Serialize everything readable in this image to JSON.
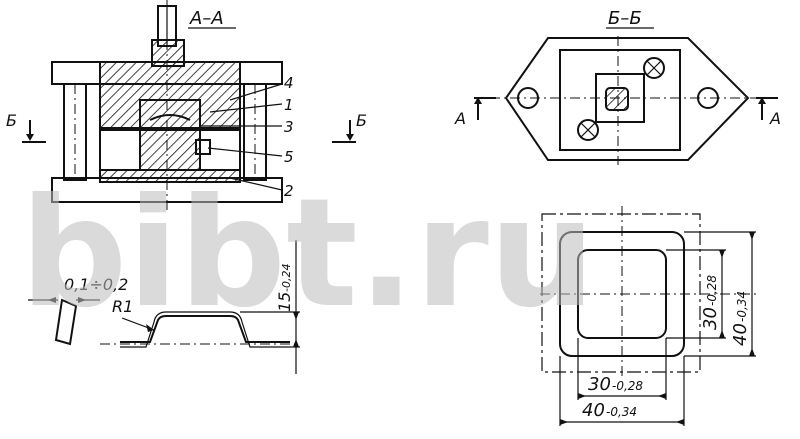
{
  "watermark": "bibt.ru",
  "section_aa": {
    "title": "А–А",
    "callouts": [
      "4",
      "1",
      "3",
      "5",
      "2"
    ],
    "cut_mark_left": "Б",
    "cut_mark_right": "Б"
  },
  "section_bb": {
    "title": "Б–Б",
    "cut_mark_left": "А",
    "cut_mark_right": "А"
  },
  "part_profile": {
    "gap_label": "0,1÷0,2",
    "radius_label": "R1",
    "height_label": "15",
    "height_tol": "-0,24"
  },
  "blank_plan": {
    "inner_w": "30",
    "inner_w_tol": "-0,28",
    "outer_w": "40",
    "outer_w_tol": "-0,34",
    "inner_h": "30",
    "inner_h_tol": "-0,28",
    "outer_h": "40",
    "outer_h_tol": "-0,34"
  }
}
